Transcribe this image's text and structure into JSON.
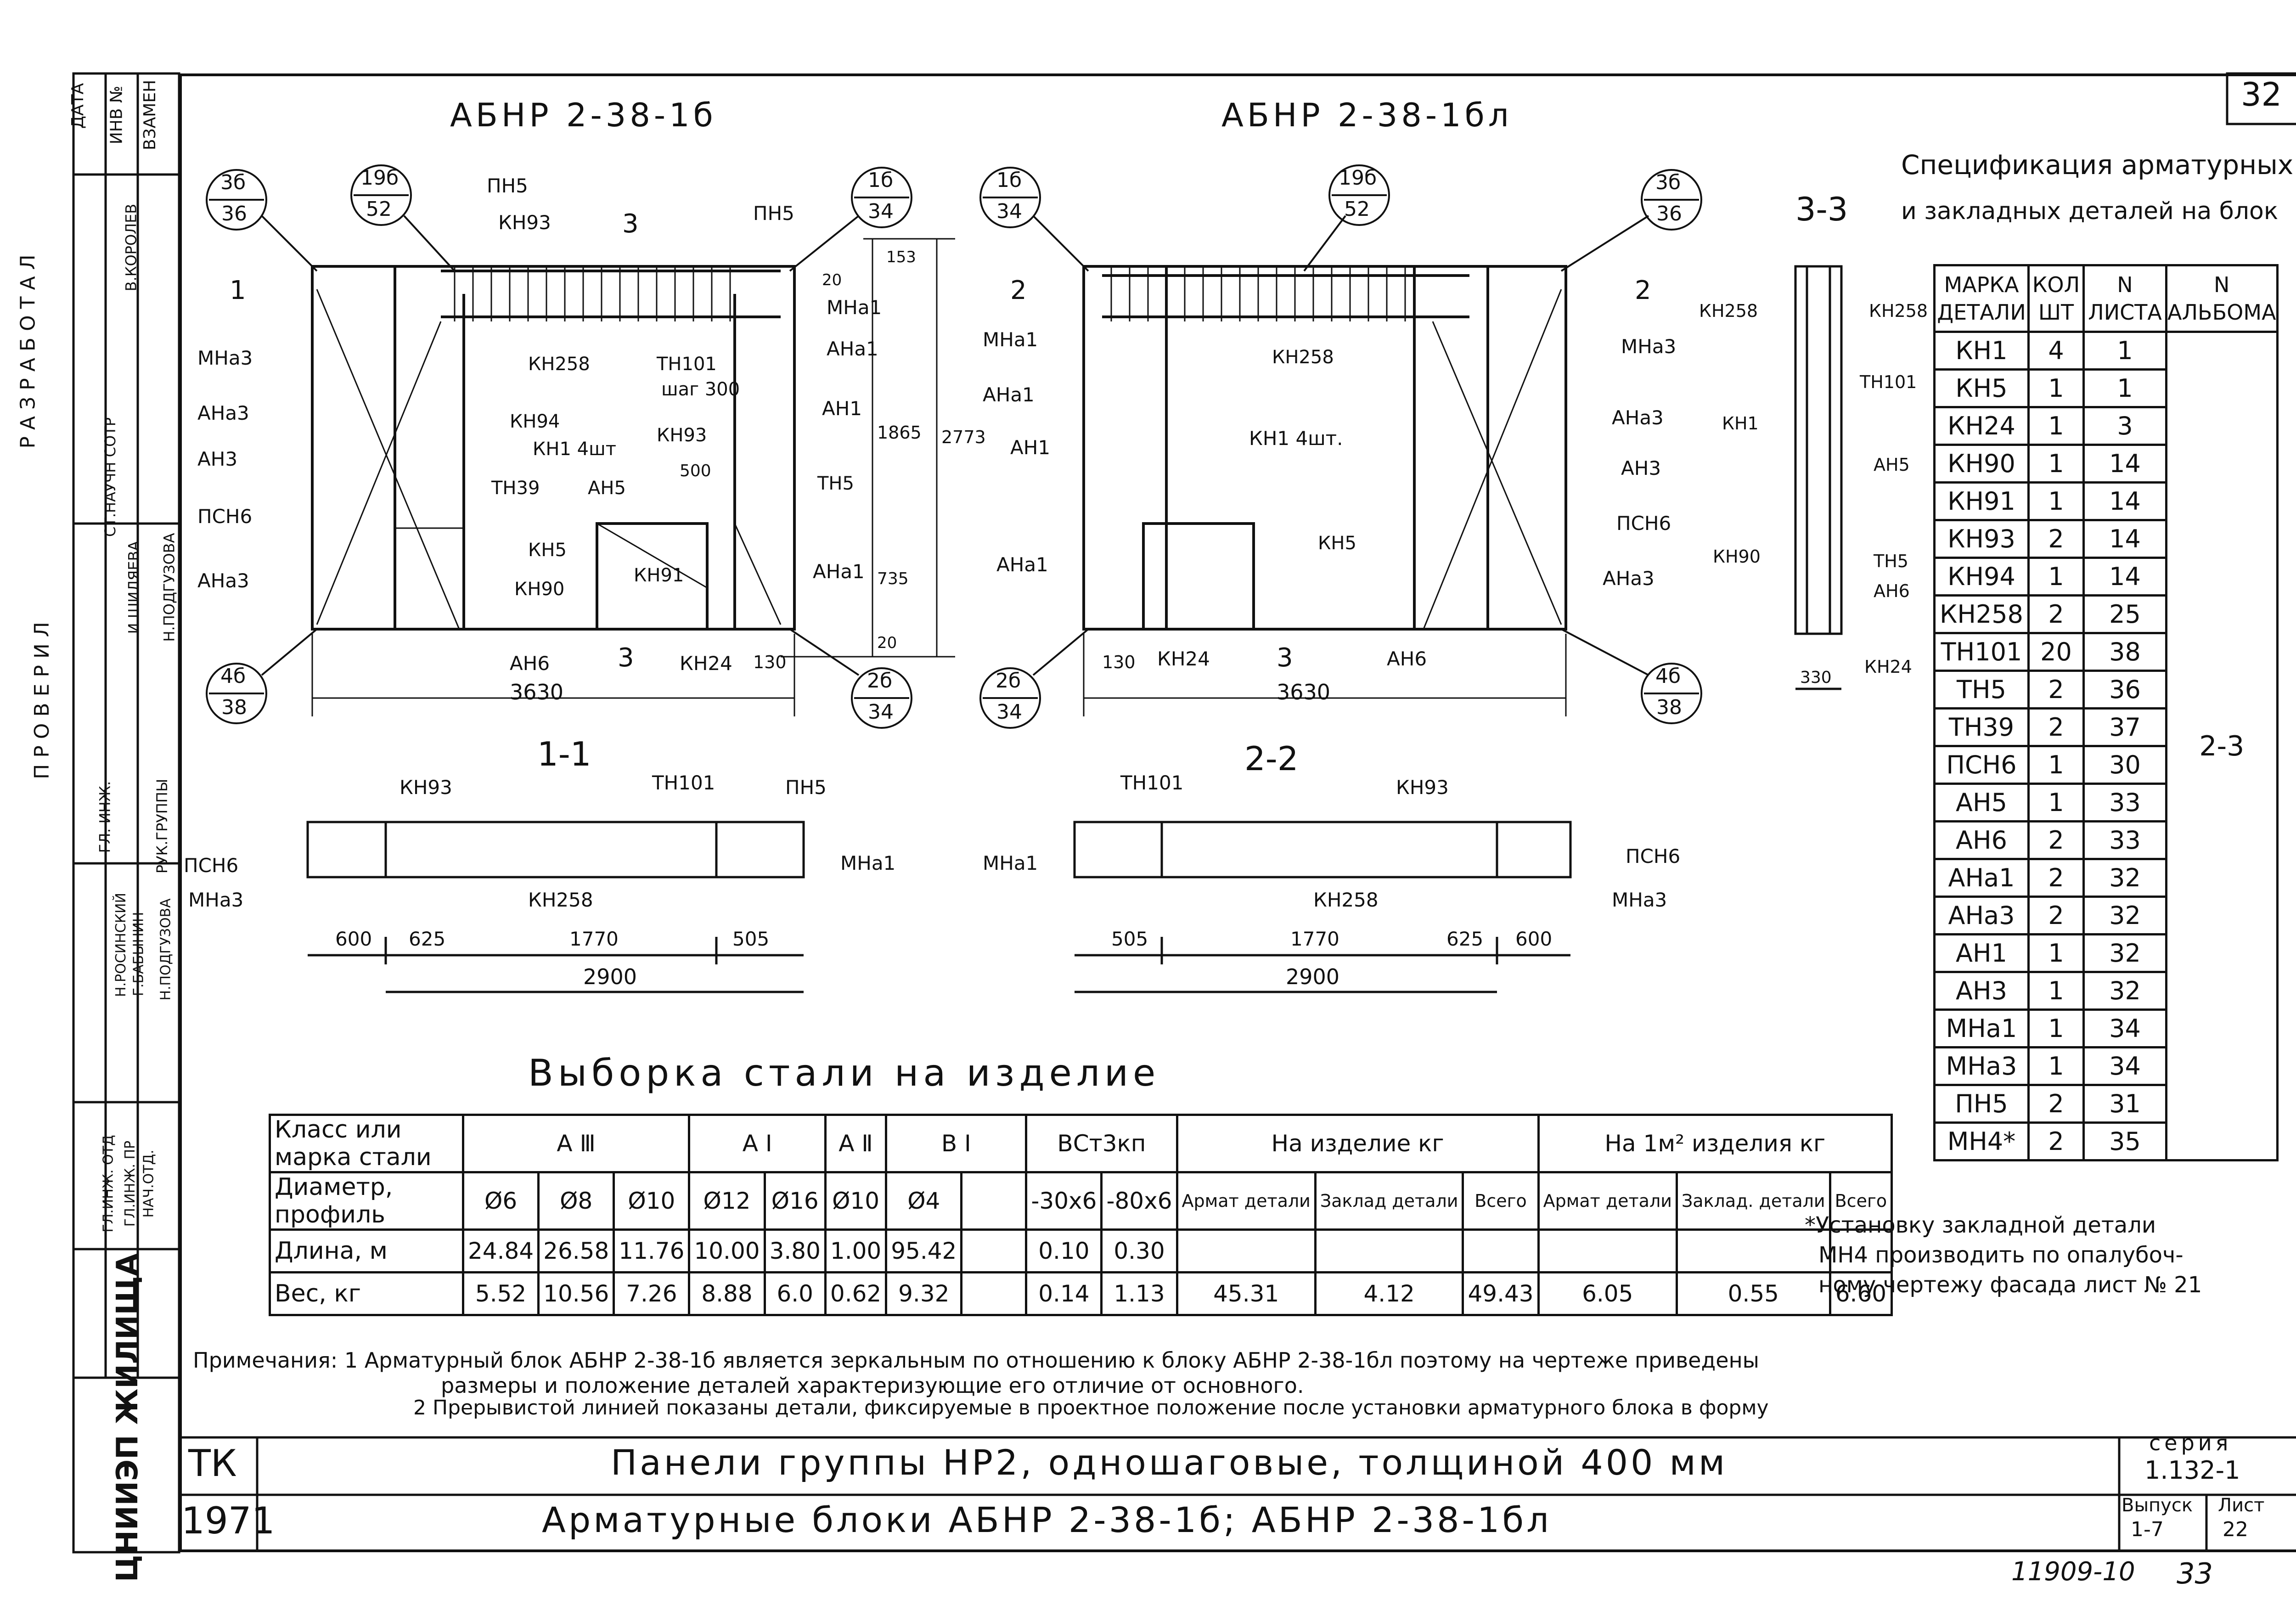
{
  "sheet_no_top": "32",
  "bottom_code": "11909-10",
  "bottom_page": "33",
  "left_strip": {
    "header_cols": [
      "ДАТА",
      "ИНВ №",
      "ВЗАМЕН"
    ],
    "developed_label": "Р А З Р А Б О Т А Л",
    "checked_label": "П Р О В Е Р И Л",
    "roles": [
      "СТ.НАУЧН СОТР",
      "ГЛ. ИНЖ.",
      "РУК.ГРУППЫ",
      "ГЛ.ИНЖ. ПР",
      "ГЛ.ИНЖ. ОТД",
      "НАЧ.ОТД."
    ],
    "names": [
      "В.КОРОЛЕВ",
      "И.ШИЛЯЕВА",
      "Н.ПОДГУЗОВА",
      "Н.РОСИНСКИЙ",
      "Г.БАБЫНИН",
      "Н.ПОДГУЗОВА"
    ],
    "org": "ЦНИИЭП ЖИЛИЩА"
  },
  "drawing_titles": {
    "left": "АБНР 2-38-1б",
    "right": "АБНР 2-38-1бл",
    "section_33": "3-3",
    "section_11": "1-1",
    "section_22": "2-2"
  },
  "elevation_left": {
    "bubbles": [
      {
        "top": "3б",
        "bottom": "36"
      },
      {
        "top": "19б",
        "bottom": "52"
      },
      {
        "top": "1б",
        "bottom": "34"
      },
      {
        "top": "4б",
        "bottom": "38"
      },
      {
        "top": "2б",
        "bottom": "34"
      }
    ],
    "labels": [
      "ПН5",
      "КН93",
      "ПН5",
      "МНа1",
      "АНа1",
      "АН1",
      "МНа3",
      "АНа3",
      "АН3",
      "ПСН6",
      "АНа3",
      "КН258",
      "ТН101",
      "шаг 300",
      "КН94",
      "КН1 4шт",
      "КН93",
      "ТН39",
      "АН5",
      "ТН5",
      "КН5",
      "КН90",
      "КН91",
      "АНа1",
      "АН6",
      "КН24"
    ],
    "section_marks": [
      "1",
      "3",
      "3"
    ],
    "dims": [
      "20",
      "153",
      "1865",
      "2773",
      "500",
      "735",
      "20",
      "130",
      "3630"
    ]
  },
  "elevation_right": {
    "bubbles": [
      {
        "top": "1б",
        "bottom": "34"
      },
      {
        "top": "19б",
        "bottom": "52"
      },
      {
        "top": "3б",
        "bottom": "36"
      },
      {
        "top": "2б",
        "bottom": "34"
      },
      {
        "top": "4б",
        "bottom": "38"
      }
    ],
    "labels": [
      "МНа1",
      "АНа1",
      "АН1",
      "КН258",
      "КН1 4шт.",
      "МНа3",
      "АНа3",
      "АН3",
      "ПСН6",
      "КН5",
      "АНа3",
      "АНа1",
      "КН24",
      "АН6"
    ],
    "section_marks": [
      "2",
      "3",
      "2"
    ],
    "dims": [
      "130",
      "3630"
    ]
  },
  "section_33": {
    "labels": [
      "КН258",
      "КН258",
      "ТН101",
      "КН1",
      "АН5",
      "КН90",
      "ТН5",
      "АН6",
      "КН24"
    ],
    "dims": [
      "330"
    ]
  },
  "section_11": {
    "labels": [
      "КН93",
      "ТН101",
      "ПН5",
      "ПСН6",
      "МНа3",
      "КН258",
      "МНа1"
    ],
    "dims": [
      "600",
      "625",
      "1770",
      "505",
      "2900"
    ]
  },
  "section_22": {
    "labels": [
      "ТН101",
      "КН93",
      "МНа1",
      "КН258",
      "ПСН6",
      "МНа3"
    ],
    "dims": [
      "505",
      "1770",
      "625",
      "600",
      "2900"
    ]
  },
  "spec": {
    "title_line1": "Спецификация арматурных",
    "title_line2": "и закладных деталей на блок",
    "headers": [
      "МАРКА ДЕТАЛИ",
      "КОЛ ШТ",
      "N ЛИСТА",
      "N АЛЬБОМА"
    ],
    "album": "2-3",
    "rows": [
      [
        "КН1",
        "4",
        "1"
      ],
      [
        "КН5",
        "1",
        "1"
      ],
      [
        "КН24",
        "1",
        "3"
      ],
      [
        "КН90",
        "1",
        "14"
      ],
      [
        "КН91",
        "1",
        "14"
      ],
      [
        "КН93",
        "2",
        "14"
      ],
      [
        "КН94",
        "1",
        "14"
      ],
      [
        "КН258",
        "2",
        "25"
      ],
      [
        "ТН101",
        "20",
        "38"
      ],
      [
        "ТН5",
        "2",
        "36"
      ],
      [
        "ТН39",
        "2",
        "37"
      ],
      [
        "ПСН6",
        "1",
        "30"
      ],
      [
        "АН5",
        "1",
        "33"
      ],
      [
        "АН6",
        "2",
        "33"
      ],
      [
        "АНа1",
        "2",
        "32"
      ],
      [
        "АНа3",
        "2",
        "32"
      ],
      [
        "АН1",
        "1",
        "32"
      ],
      [
        "АН3",
        "1",
        "32"
      ],
      [
        "МНа1",
        "1",
        "34"
      ],
      [
        "МНа3",
        "1",
        "34"
      ],
      [
        "ПН5",
        "2",
        "31"
      ],
      [
        "МН4*",
        "2",
        "35"
      ]
    ],
    "footnote_line1": "*Установку закладной детали",
    "footnote_line2": "МН4 производить по опалубоч-",
    "footnote_line3": "ному чертежу фасада лист № 21"
  },
  "steel": {
    "title": "Выборка стали на изделие",
    "class_label": "Класс или марка стали",
    "classes": [
      "А Ⅲ",
      "А Ⅰ",
      "А Ⅱ",
      "В Ⅰ",
      "ВСт3кп"
    ],
    "per_item": "На изделие кг",
    "per_m2": "На 1м² изделия кг",
    "diam_label": "Диаметр, профиль",
    "diameters": [
      "Ø6",
      "Ø8",
      "Ø10",
      "Ø12",
      "Ø16",
      "Ø10",
      "Ø4",
      "",
      "-30х6",
      "-80х6"
    ],
    "sub_cols": [
      "Армат детали",
      "Заклад детали",
      "Всего",
      "Армат детали",
      "Заклад. детали",
      "Всего"
    ],
    "length_label": "Длина, м",
    "lengths": [
      "24.84",
      "26.58",
      "11.76",
      "10.00",
      "3.80",
      "1.00",
      "95.42",
      "",
      "0.10",
      "0.30"
    ],
    "weight_label": "Вес, кг",
    "weights": [
      "5.52",
      "10.56",
      "7.26",
      "8.88",
      "6.0",
      "0.62",
      "9.32",
      "",
      "0.14",
      "1.13"
    ],
    "totals": [
      "45.31",
      "4.12",
      "49.43",
      "6.05",
      "0.55",
      "6.60"
    ]
  },
  "notes": {
    "line1": "Примечания: 1 Арматурный блок АБНР 2-38-1б является зеркальным по отношению к блоку АБНР 2-38-1бл поэтому на чертеже приведены",
    "line2": "размеры и положение деталей характеризующие его отличие от основного.",
    "line3": "2 Прерывистой линией показаны детали, фиксируемые в проектное положение после установки арматурного блока в форму"
  },
  "title_block": {
    "tk": "ТК",
    "year": "1971",
    "line1": "Панели группы НР2, одношаговые, толщиной 400 мм",
    "line2": "Арматурные блоки АБНР 2-38-1б; АБНР 2-38-1бл",
    "series_label": "серия",
    "series": "1.132-1",
    "issue_label": "Выпуск",
    "issue": "1-7",
    "sheet_label": "Лист",
    "sheet": "22"
  }
}
